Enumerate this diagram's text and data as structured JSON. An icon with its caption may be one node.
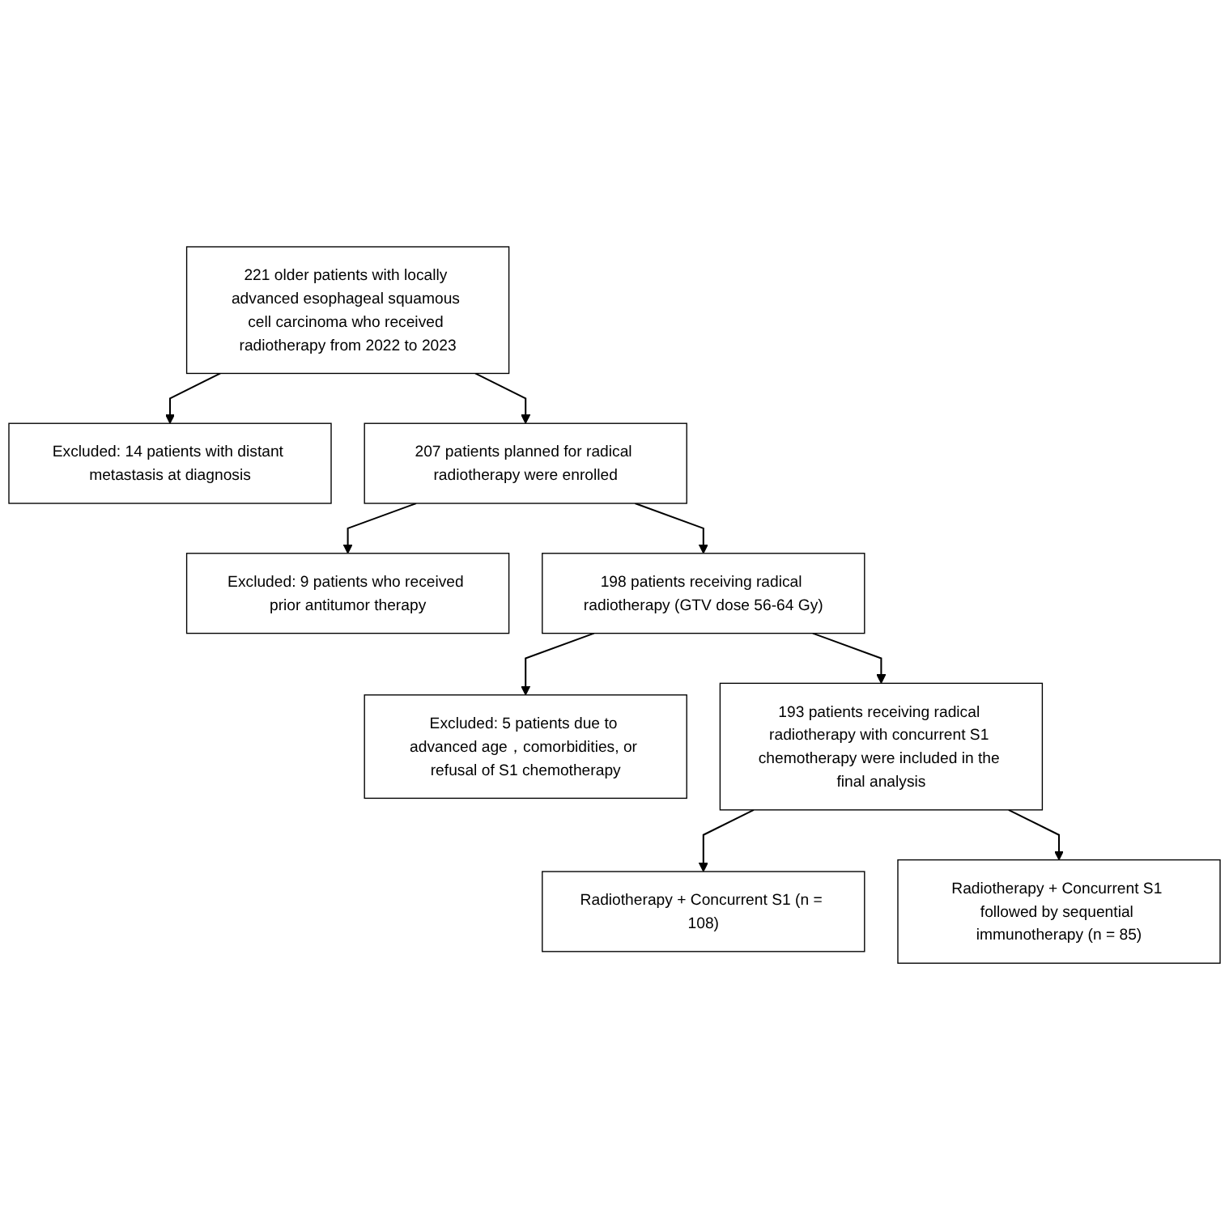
{
  "diagram": {
    "nodes": [
      {
        "text": [
          "221 older patients with locally advanced esophageal squamous cell carcinoma who received radiotherapy from 2022 to 2023"
        ]
      },
      {
        "text": [
          "Excluded: 14 patients with distant metastasis at diagnosis"
        ]
      },
      {
        "text": [
          "207 patients planned for radical radiotherapy were enrolled"
        ]
      },
      {
        "text": [
          "Excluded: 9 patients who received prior antitumor therapy"
        ]
      },
      {
        "text": [
          "198 patients receiving radical radiotherapy (GTV dose 56-64 Gy)"
        ]
      },
      {
        "text": [
          "Excluded: 5 patients due to advanced age，comorbidities, or refusal of S1 chemotherapy"
        ]
      },
      {
        "text": [
          "193 patients receiving radical radiotherapy with concurrent S1 chemotherapy were included in the final analysis"
        ]
      },
      {
        "text": [
          "Radiotherapy + Concurrent S1 (n = 108)"
        ]
      },
      {
        "text": [
          "Radiotherapy + Concurrent S1 followed by sequential immunotherapy (n = 85)"
        ]
      }
    ],
    "edges": [
      {
        "from": 0,
        "to": 2,
        "arrow": "to"
      },
      {
        "from": 0,
        "to": 1,
        "arrow": "to"
      },
      {
        "from": 2,
        "to": 4,
        "arrow": "to"
      },
      {
        "from": 2,
        "to": 3,
        "arrow": "to"
      },
      {
        "from": 4,
        "to": 6,
        "arrow": "to"
      },
      {
        "from": 4,
        "to": 5,
        "arrow": "to"
      },
      {
        "from": 6,
        "to": 7,
        "arrow": "to"
      },
      {
        "from": 6,
        "to": 8,
        "arrow": "to"
      }
    ]
  }
}
